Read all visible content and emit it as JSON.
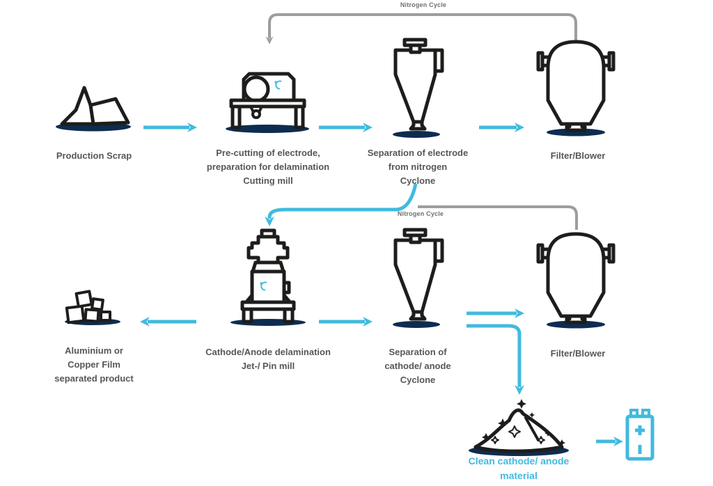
{
  "colors": {
    "cyan": "#41bade",
    "navy": "#0d2c4f",
    "outline": "#1d1d1b",
    "gray": "#9d9d9c",
    "text": "#575756"
  },
  "loops": {
    "top": "Nitrogen Cycle",
    "bottom": "Nitrogen Cycle"
  },
  "icons": [
    "scrap-pile-icon",
    "cutting-mill-icon",
    "cyclone-icon",
    "filter-blower-icon",
    "film-cubes-icon",
    "jet-pin-mill-icon",
    "powder-pile-icon",
    "battery-icon"
  ],
  "nodes": {
    "production_scrap": {
      "name": "Production Scrap"
    },
    "cutting_mill": {
      "desc": [
        "Pre-cutting of electrode,",
        "preparation for delamination"
      ],
      "name": "Cutting mill"
    },
    "cyclone_1": {
      "desc": [
        "Separation of electrode",
        "from nitrogen"
      ],
      "name": "Cyclone"
    },
    "filter_1": {
      "name": "Filter/Blower"
    },
    "separated_product": {
      "lines": [
        "Aluminium or",
        "Copper Film",
        "separated product"
      ]
    },
    "jet_pin_mill": {
      "desc": [
        "Cathode/Anode delamination"
      ],
      "name": "Jet-/ Pin mill"
    },
    "cyclone_2": {
      "desc": [
        "Separation of",
        "cathode/ anode"
      ],
      "name": "Cyclone"
    },
    "filter_2": {
      "name": "Filter/Blower"
    },
    "clean_material": {
      "lines": [
        "Clean cathode/ anode",
        "material"
      ]
    }
  }
}
